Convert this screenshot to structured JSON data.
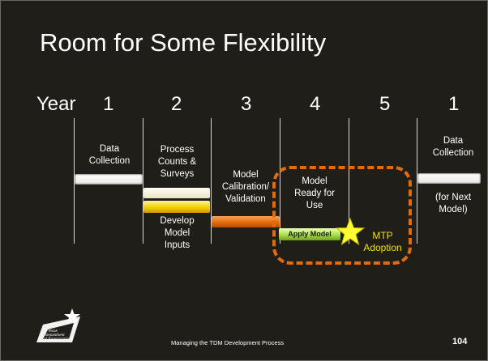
{
  "title": "Room for Some Flexibility",
  "timeline": {
    "year_label": "Year",
    "years": [
      "1",
      "2",
      "3",
      "4",
      "5",
      "1"
    ]
  },
  "tasks": {
    "data_collection": "Data\nCollection",
    "process_counts": "Process\nCounts &\nSurveys",
    "develop_inputs": "Develop\nModel\nInputs",
    "calibration": "Model\nCalibration/\nValidation",
    "ready": "Model\nReady for\nUse",
    "apply_model": "Apply Model",
    "mtp": "MTP\nAdoption",
    "next_data_collection": "Data\nCollection",
    "next_model": "(for Next\nModel)"
  },
  "footer": {
    "text": "Managing the TDM Development Process",
    "page_number": "104",
    "logo_text": [
      "Texas",
      "Department",
      "of Transportation"
    ]
  },
  "colors": {
    "background": "#1f1e19",
    "accent_orange": "#e36c0a",
    "highlight_yellow": "#f0e000",
    "apply_green": "#a9e04a"
  }
}
